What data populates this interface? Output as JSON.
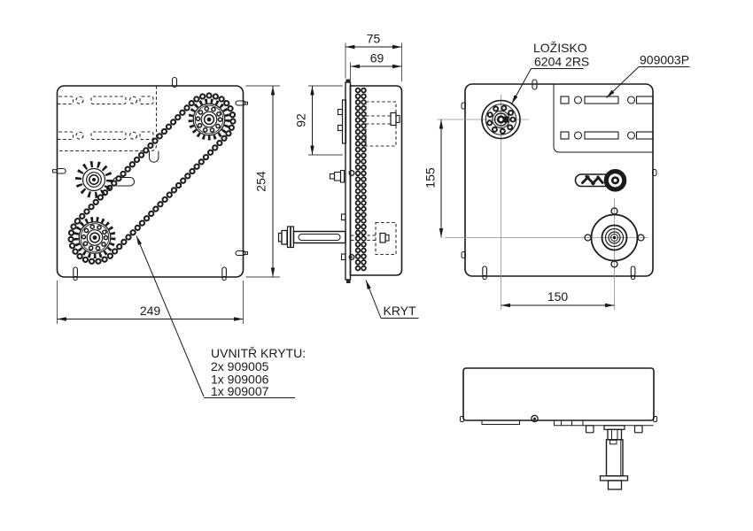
{
  "drawing": {
    "dims": {
      "front_width": "249",
      "front_height": "254",
      "depth_total": "75",
      "depth_cover": "69",
      "side_offset": "92",
      "bearing_to_shaft": "155",
      "shaft_spacing": "150"
    },
    "labels": {
      "bearing_line1": "LOŽISKO",
      "bearing_line2": "6204 2RS",
      "part_top_right": "909003P",
      "cover": "KRYT",
      "note_title": "UVNITŘ KRYTU:",
      "note_item1": "2x 909005",
      "note_item2": "1x 909006",
      "note_item3": "1x 909007"
    },
    "colors": {
      "line": "#1a1a1a",
      "background": "#ffffff"
    }
  }
}
